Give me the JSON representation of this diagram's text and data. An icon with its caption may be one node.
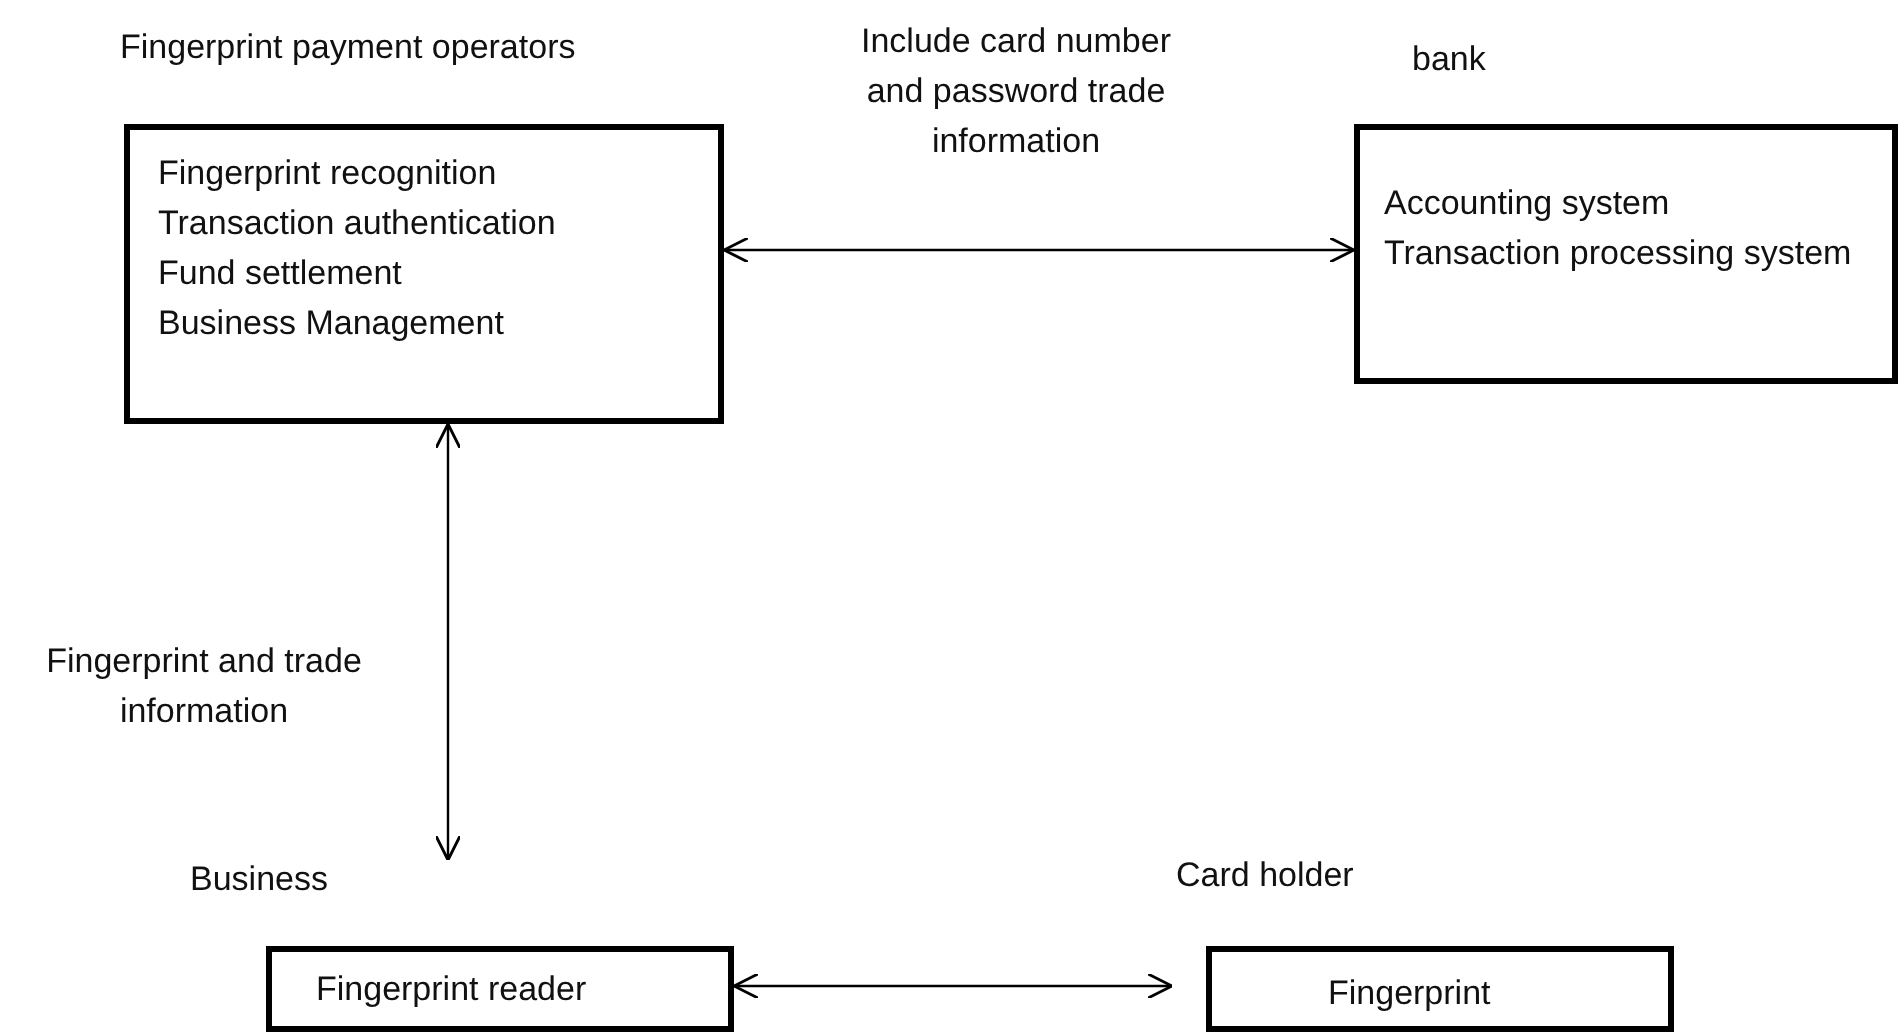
{
  "diagram": {
    "nodes": [
      {
        "text": [
          "Fingerprint payment operators",
          "Fingerprint recognition",
          "Transaction authentication",
          "Fund settlement",
          "Business Management"
        ]
      },
      {
        "text": [
          "bank",
          "Accounting system",
          "Transaction processing system"
        ]
      },
      {
        "text": [
          "Business",
          "Fingerprint reader"
        ]
      },
      {
        "text": [
          "Card holder",
          "Fingerprint"
        ]
      }
    ],
    "edges": [
      {
        "from": 0,
        "to": 1,
        "arrow": "both",
        "label": "Include card number and password trade information"
      },
      {
        "from": 0,
        "to": 2,
        "arrow": "both",
        "label": "Fingerprint and trade information"
      },
      {
        "from": 2,
        "to": 3,
        "arrow": "both"
      }
    ]
  }
}
